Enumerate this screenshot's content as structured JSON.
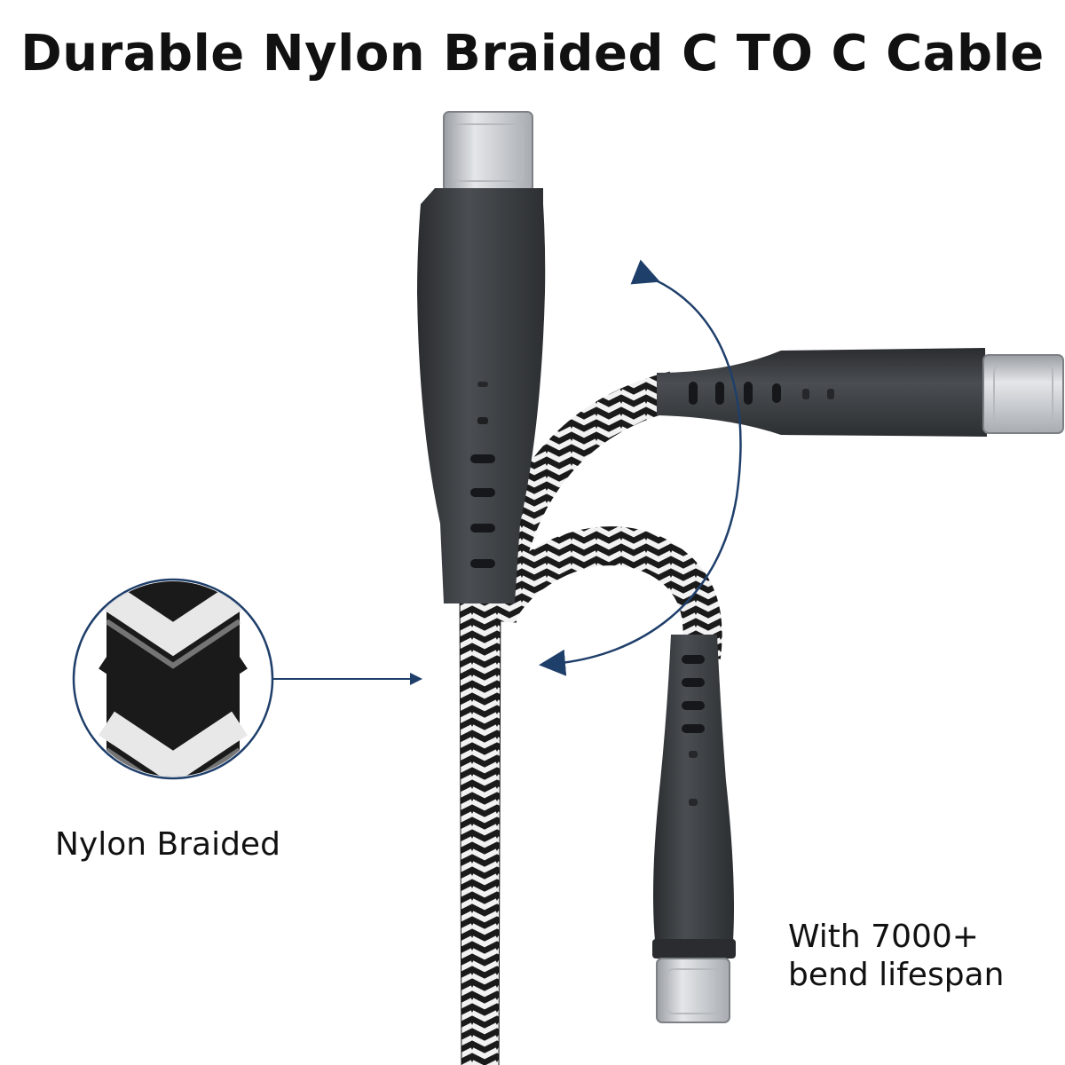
{
  "headline": "Durable Nylon Braided C TO C Cable",
  "callouts": {
    "material": "Nylon Braided",
    "lifespan_line1": "With 7000+",
    "lifespan_line2": "bend lifespan"
  },
  "colors": {
    "background": "#ffffff",
    "connector_body": "#3a3d40",
    "metal_plug": "#c9ccd0",
    "braid_dark": "#1a1a1a",
    "braid_light": "#f2f2f2",
    "arrow": "#1f3f6b"
  }
}
